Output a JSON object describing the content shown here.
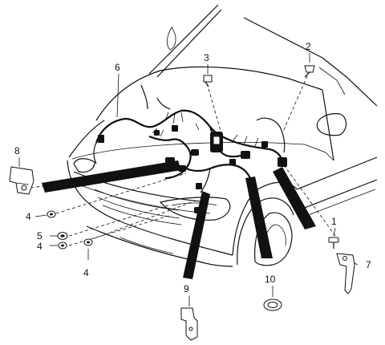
{
  "diagram": {
    "type": "exploded-parts-view",
    "subject": "front wiring harness",
    "callouts": {
      "c1": "1",
      "c2": "2",
      "c3": "3",
      "c4a": "4",
      "c4b": "4",
      "c4c": "4",
      "c5": "5",
      "c6": "6",
      "c7": "7",
      "c8": "8",
      "c9": "9",
      "c10": "10"
    }
  }
}
